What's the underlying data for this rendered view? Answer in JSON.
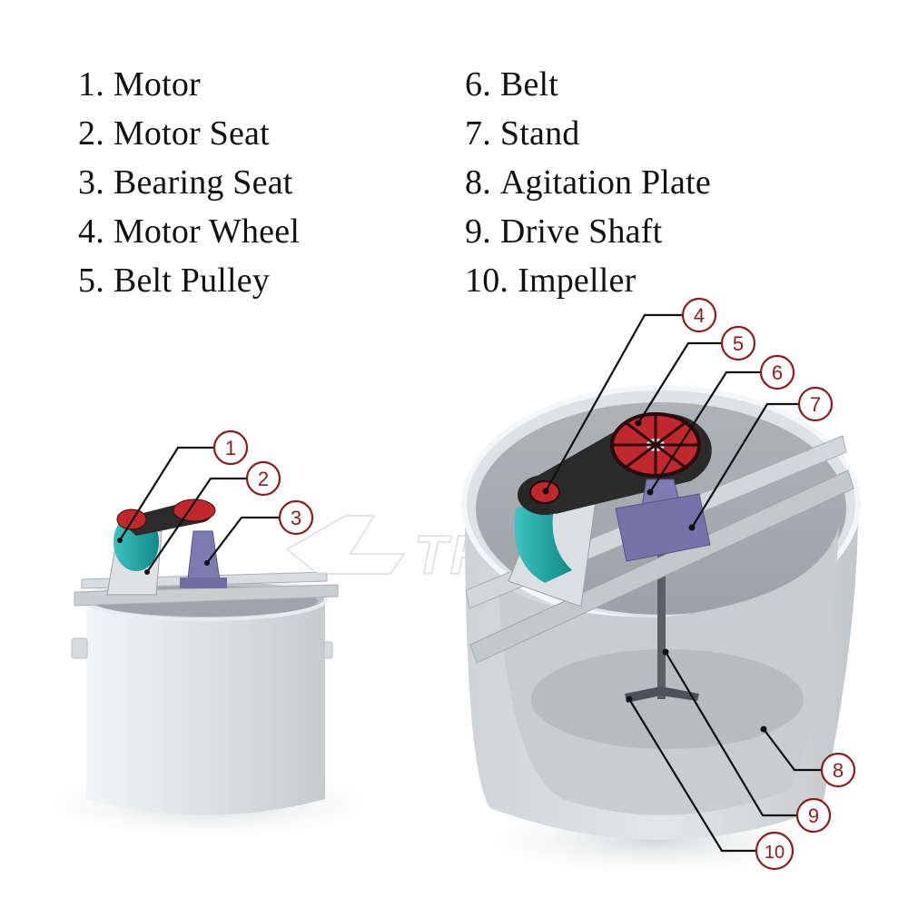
{
  "legend": {
    "left": [
      {
        "num": "1.",
        "label": "Motor"
      },
      {
        "num": "2.",
        "label": "Motor Seat"
      },
      {
        "num": "3.",
        "label": "Bearing Seat"
      },
      {
        "num": "4.",
        "label": "Motor Wheel"
      },
      {
        "num": "5.",
        "label": "Belt Pulley"
      }
    ],
    "right": [
      {
        "num": "6.",
        "label": "Belt"
      },
      {
        "num": "7.",
        "label": "Stand"
      },
      {
        "num": "8.",
        "label": "Agitation Plate"
      },
      {
        "num": "9.",
        "label": "Drive Shaft"
      },
      {
        "num": "10.",
        "label": "Impeller"
      }
    ]
  },
  "callouts": [
    "1",
    "2",
    "3",
    "4",
    "5",
    "6",
    "7",
    "8",
    "9",
    "10"
  ],
  "watermark": "THENILE",
  "colors": {
    "tank": "#e1e4e6",
    "tank_shadow": "#c3c8cb",
    "motor": "#1aa3a0",
    "pulley": "#c0282d",
    "stand": "#7d7bb0",
    "callout": "#8a1c1c"
  }
}
